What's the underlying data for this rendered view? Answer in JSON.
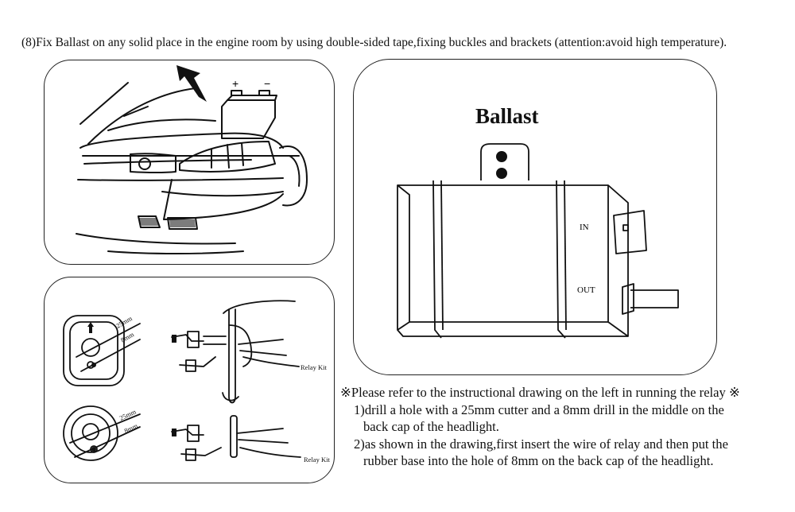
{
  "header": {
    "instruction": "(8)Fix Ballast on any solid place in the engine room by using double-sided tape,fixing buckles and brackets (attention:avoid high temperature)."
  },
  "figures": {
    "car": {
      "battery_plus": "+",
      "battery_minus": "−"
    },
    "holes": {
      "top_cutter": "25mm",
      "top_drill": "8mm",
      "bottom_cutter": "25mm",
      "bottom_drill": "8mm",
      "top_relay": "Relay Kit",
      "bottom_relay": "Relay Kit"
    },
    "ballast": {
      "title": "Ballast",
      "in_label": "IN",
      "out_label": "OUT"
    }
  },
  "notes": {
    "intro": "※Please refer to the instructional drawing on the left in running the relay ※",
    "step1_a": "1)drill a hole with a 25mm cutter and a 8mm drill in the middle on the",
    "step1_b": "back cap of the headlight.",
    "step2_a": "2)as shown in the drawing,first insert the wire of relay and then put the",
    "step2_b": "rubber base into the hole of 8mm on the back cap of the headlight."
  }
}
